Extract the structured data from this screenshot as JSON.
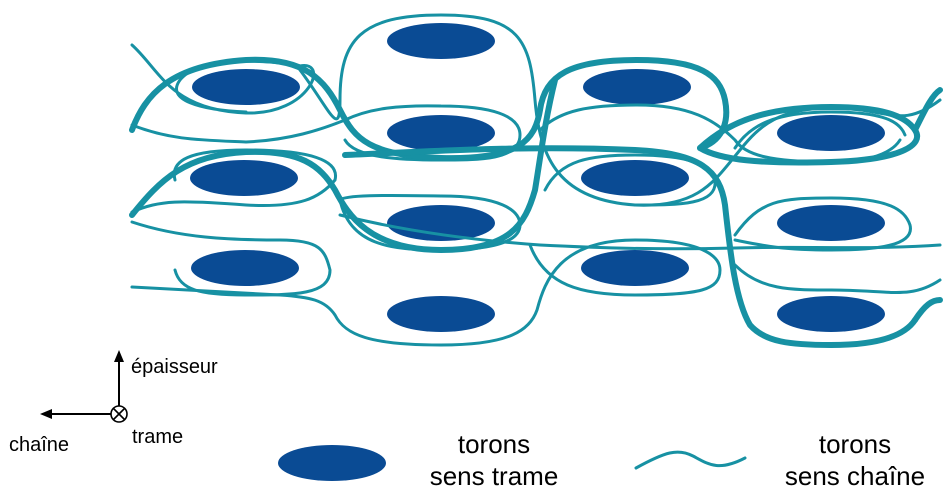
{
  "colors": {
    "yarn_fill": "#0a4b94",
    "yarn_stroke": "#1791a3",
    "text": "#000000",
    "background": "#ffffff"
  },
  "axes": {
    "thickness_label": "épaisseur",
    "warp_label": "chaîne",
    "weft_label": "trame"
  },
  "legend": {
    "weft": {
      "line1": "torons",
      "line2": "sens trame"
    },
    "warp": {
      "line1": "torons",
      "line2": "sens chaîne"
    }
  }
}
